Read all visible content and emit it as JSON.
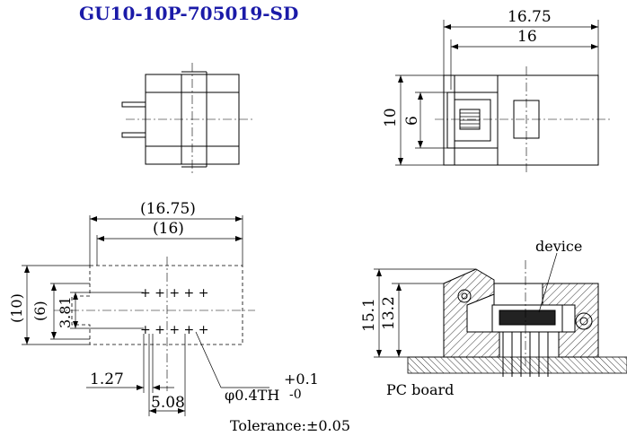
{
  "title": "GU10-10P-705019-SD",
  "dimensions": {
    "top_outer": "16.75",
    "top_inner": "16",
    "height_outer": "10",
    "height_inner": "6",
    "plan_outer": "(16.75)",
    "plan_inner": "(16)",
    "plan_height_outer": "(10)",
    "plan_height_inner": "(6)",
    "pin_spacing_v": "3.81",
    "pin_pitch": "1.27",
    "pin_span": "5.08",
    "hole_dia": "φ0.4TH",
    "hole_tol_upper": "+0.1",
    "hole_tol_lower": "-0",
    "side_outer": "15.1",
    "side_inner": "13.2"
  },
  "labels": {
    "device": "device",
    "board": "PC board",
    "tolerance": "Tolerance:±0.05"
  },
  "colors": {
    "title": "#1a1aa8",
    "line": "#000000",
    "background": "#ffffff"
  }
}
